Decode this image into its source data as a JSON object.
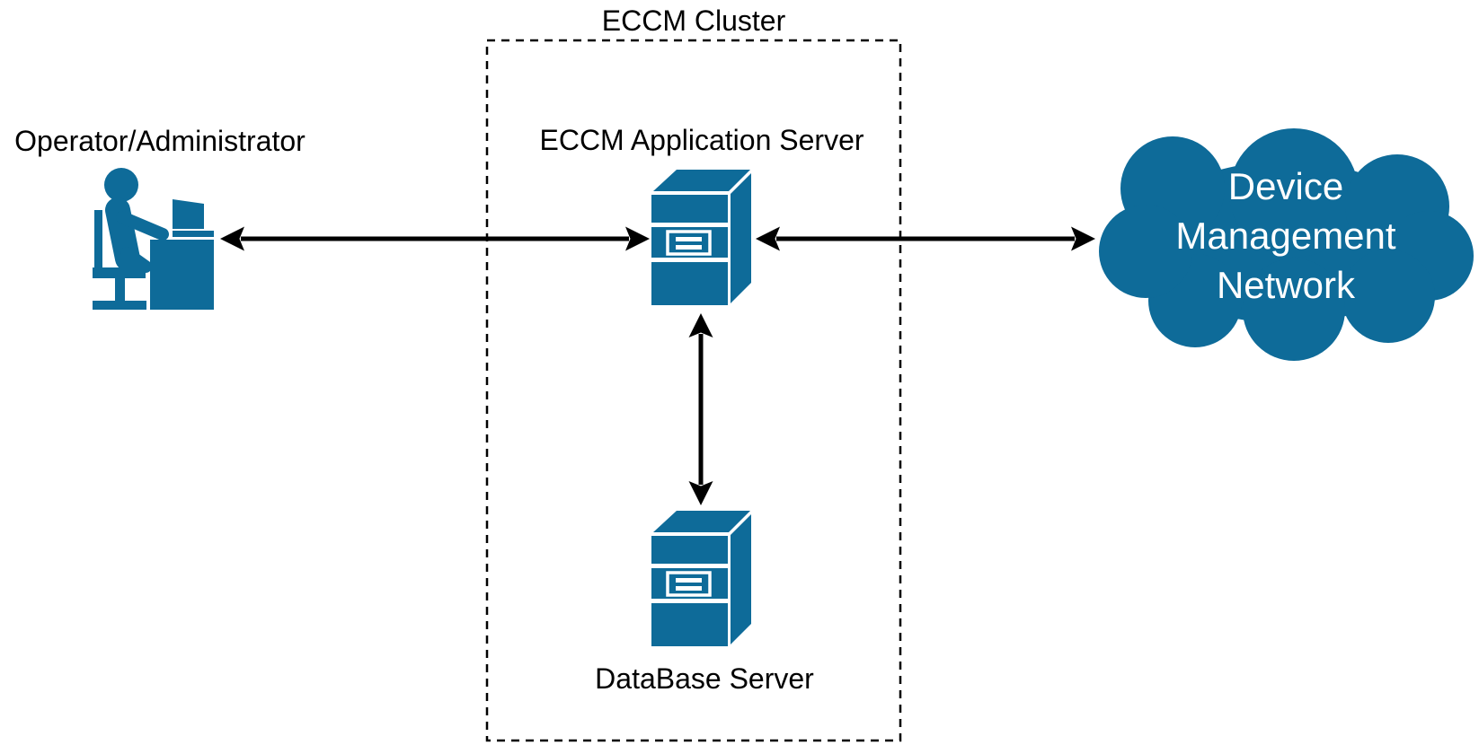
{
  "colors": {
    "shape_fill": "#0e6b99",
    "arrow": "#000000",
    "text": "#000000",
    "cloud_text": "#ffffff",
    "background": "#ffffff"
  },
  "cluster": {
    "title": "ECCM Cluster"
  },
  "nodes": {
    "operator": {
      "label": "Operator/Administrator",
      "icon": "person-at-desk-icon"
    },
    "app_server": {
      "label": "ECCM Application Server",
      "icon": "server-icon"
    },
    "db_server": {
      "label": "DataBase Server",
      "icon": "server-icon"
    },
    "network": {
      "label": "Device Management Network",
      "label_lines": [
        "Device",
        "Management",
        "Network"
      ],
      "icon": "cloud-icon"
    }
  },
  "edges": [
    {
      "from": "Operator/Administrator",
      "to": "ECCM Application Server",
      "style": "bidirectional-arrow"
    },
    {
      "from": "ECCM Application Server",
      "to": "Device Management Network",
      "style": "bidirectional-arrow"
    },
    {
      "from": "ECCM Application Server",
      "to": "DataBase Server",
      "style": "bidirectional-arrow"
    }
  ]
}
